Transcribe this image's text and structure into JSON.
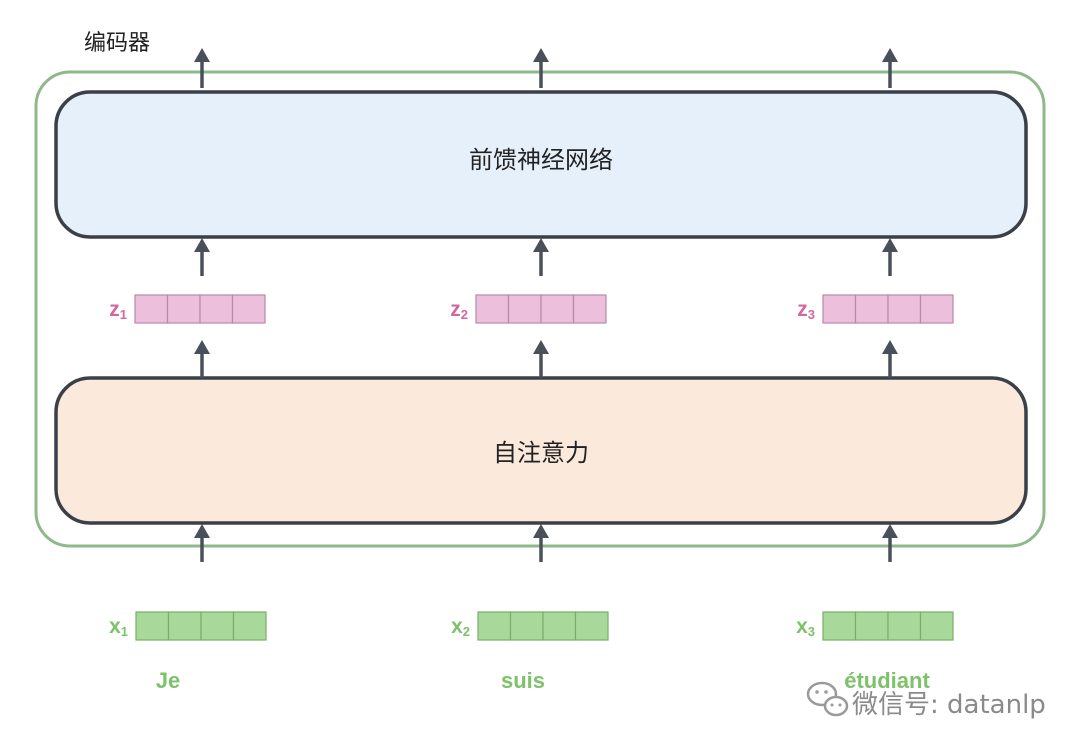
{
  "encoder": {
    "title": "编码器",
    "ffn_label": "前馈神经网络",
    "self_attention_label": "自注意力"
  },
  "columns": [
    {
      "z_label": "z",
      "z_sub": "1",
      "x_label": "x",
      "x_sub": "1",
      "word": "Je"
    },
    {
      "z_label": "z",
      "z_sub": "2",
      "x_label": "x",
      "x_sub": "2",
      "word": "suis"
    },
    {
      "z_label": "z",
      "z_sub": "3",
      "x_label": "x",
      "x_sub": "3",
      "word": "étudiant"
    }
  ],
  "watermark": {
    "text": "微信号: datanlp"
  },
  "colors": {
    "encoder_border": "#8fb98a",
    "ffn_fill": "#e6f0fb",
    "attn_fill": "#fbe9dc",
    "box_stroke": "#3a3f48",
    "arrow": "#4a505a",
    "z_fill": "#ecc0dc",
    "z_stroke": "#b78aa6",
    "z_text": "#d4679f",
    "x_fill": "#a9d89b",
    "x_stroke": "#79ad69",
    "x_text": "#7dc26a"
  }
}
